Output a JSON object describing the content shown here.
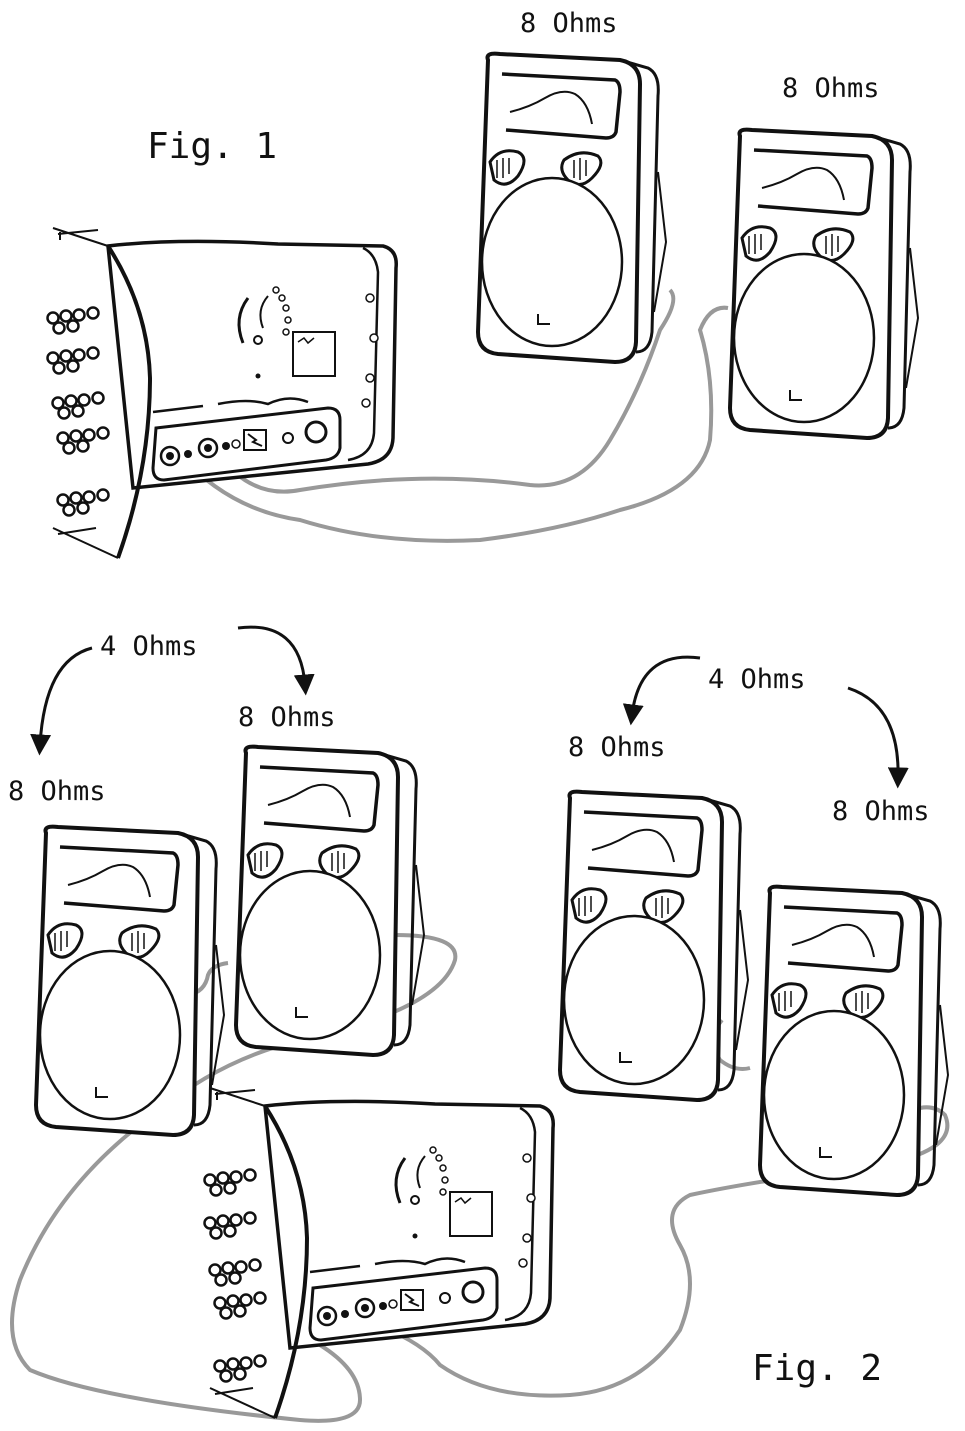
{
  "figures": [
    {
      "title": "Fig. 1",
      "speakers": [
        {
          "label": "8 Ohms"
        },
        {
          "label": "8 Ohms"
        }
      ]
    },
    {
      "title": "Fig. 2",
      "groups": [
        {
          "total": "4 Ohms",
          "speakers": [
            {
              "label": "8 Ohms"
            },
            {
              "label": "8 Ohms"
            }
          ]
        },
        {
          "total": "4 Ohms",
          "speakers": [
            {
              "label": "8 Ohms"
            },
            {
              "label": "8 Ohms"
            }
          ]
        }
      ]
    }
  ],
  "colors": {
    "line": "#111111",
    "cable": "#999999",
    "background": "#ffffff"
  }
}
